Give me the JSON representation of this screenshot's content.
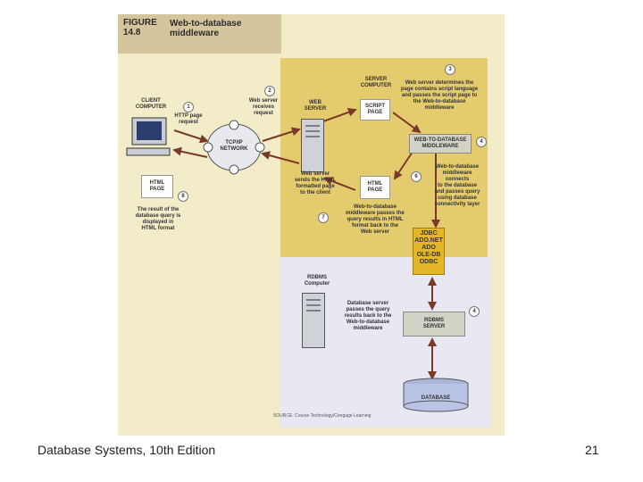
{
  "figure": {
    "label_line1": "FIGURE",
    "label_line2": "14.8",
    "title": "Web-to-database middleware"
  },
  "client": {
    "label_line1": "CLIENT",
    "label_line2": "COMPUTER",
    "request_line1": "HTTP page",
    "request_line2": "request"
  },
  "step2": {
    "line1": "Web server",
    "line2": "receives",
    "line3": "request"
  },
  "network": {
    "line1": "TCP/IP",
    "line2": "NETWORK"
  },
  "webserver": {
    "line1": "WEB",
    "line2": "SERVER"
  },
  "server_computer": {
    "line1": "SERVER",
    "line2": "COMPUTER"
  },
  "step3_text": {
    "line1": "Web server determines the",
    "line2": "page contains script language",
    "line3": "and passes the script page to",
    "line4": "the Web-to-database",
    "line5": "middleware"
  },
  "script_page": {
    "line1": "SCRIPT",
    "line2": "PAGE"
  },
  "middleware": {
    "line1": "WEB-TO-DATABASE",
    "line2": "MIDDLEWARE"
  },
  "step5_text": {
    "line1": "Web-to-database",
    "line2": "middleware",
    "line3": "connects",
    "line4": "to the database",
    "line5": "and passes query",
    "line6": "using database",
    "line7": "connectivity layer"
  },
  "html_page_server": {
    "line1": "HTML",
    "line2": "PAGE"
  },
  "step7_text": {
    "line1": "Web server",
    "line2": "sends the HTML",
    "line3": "formatted page",
    "line4": "to the client"
  },
  "step6_text": {
    "line1": "Web-to-database",
    "line2": "middleware passes the",
    "line3": "query results in HTML",
    "line4": "format back to the",
    "line5": "Web server"
  },
  "html_page_client": {
    "line1": "HTML",
    "line2": "PAGE"
  },
  "step8_text": {
    "line1": "The result of the",
    "line2": "database query is",
    "line3": "displayed in",
    "line4": "HTML format"
  },
  "api_box": {
    "line1": "JDBC",
    "line2": "ADO.NET",
    "line3": "ADO",
    "line4": "OLE-DB",
    "line5": "ODBC"
  },
  "rdbms_computer": {
    "line1": "RDBMS",
    "line2": "Computer"
  },
  "step_db_text": {
    "line1": "Database server",
    "line2": "passes the query",
    "line3": "results back to the",
    "line4": "Web-to-database",
    "line5": "middleware"
  },
  "rdbms_server": {
    "line1": "RDBMS",
    "line2": "SERVER"
  },
  "database": {
    "label": "DATABASE"
  },
  "numbers": {
    "n1": "1",
    "n2": "2",
    "n3": "3",
    "n4": "4",
    "n5": "4",
    "n6": "6",
    "n7": "7",
    "n8": "8"
  },
  "source": "SOURCE: Course Technology/Cengage Learning",
  "footer": {
    "left": "Database Systems, 10th Edition",
    "right": "21"
  },
  "colors": {
    "figure_bg": "#f2ecc9",
    "upper_panel": "#e4cc6e",
    "lower_panel": "#e7e8f2",
    "arrow": "#7a3a2a",
    "api_box": "#e5b727"
  }
}
